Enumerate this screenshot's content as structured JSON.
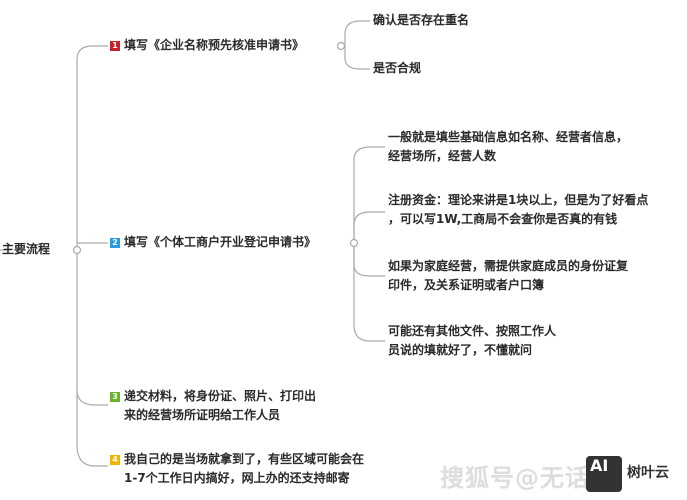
{
  "root": {
    "label": "主要流程"
  },
  "nodes": [
    {
      "badge": "1",
      "badge_color": "#c8232c",
      "label": "填写《企业名称预先核准申请书》",
      "children": [
        "确认是否存在重名",
        "是否合规"
      ]
    },
    {
      "badge": "2",
      "badge_color": "#2a9be0",
      "label": "填写《个体工商户开业登记申请书》",
      "children": [
        {
          "line1": "一般就是填些基础信息如名称、经营者信息，",
          "line2": "经营场所，经营人数"
        },
        {
          "line1": "注册资金：理论来讲是1块以上，但是为了好看点",
          "line2": "，可以写1W,工商局不会查你是否真的有钱"
        },
        {
          "line1": "如果为家庭经营，需提供家庭成员的身份证复",
          "line2": "印件，及关系证明或者户口簿"
        },
        {
          "line1": "可能还有其他文件、按照工作人",
          "line2": "员说的填就好了，不懂就问"
        }
      ]
    },
    {
      "badge": "3",
      "badge_color": "#6ab42d",
      "line1": "递交材料，将身份证、照片、打印出",
      "line2": "来的经营场所证明给工作人员"
    },
    {
      "badge": "4",
      "badge_color": "#f0b400",
      "line1": "我自己的是当场就拿到了，有些区域可能会在",
      "line2": "1-7个工作日内搞好，网上办的还支持邮寄"
    }
  ],
  "watermark": {
    "text": "搜狐号@无话",
    "logo": "AI",
    "logo_label": "树叶云"
  }
}
